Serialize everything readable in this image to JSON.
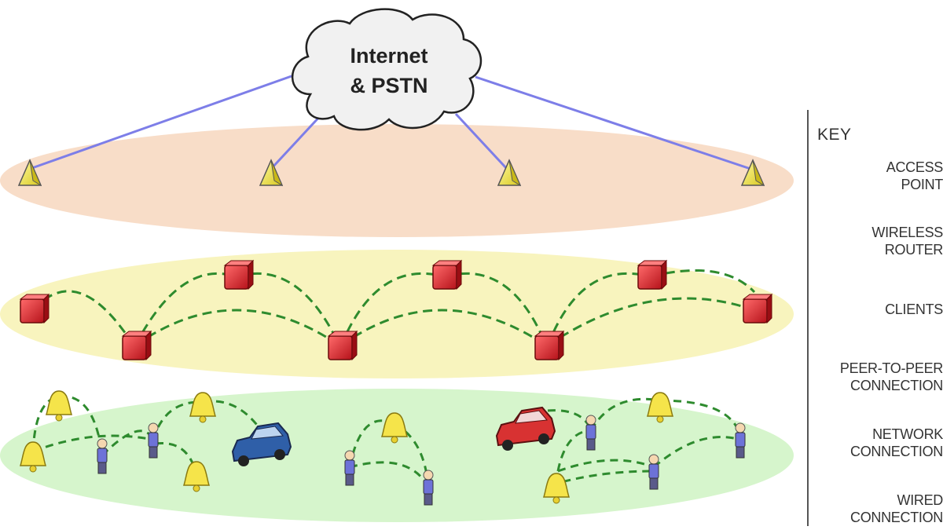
{
  "cloud": {
    "line1": "Internet",
    "line2": "& PSTN"
  },
  "key": {
    "title": "KEY",
    "items": [
      {
        "line1": "ACCESS",
        "line2": "POINT"
      },
      {
        "line1": "WIRELESS",
        "line2": "ROUTER"
      },
      {
        "line1": "CLIENTS",
        "line2": ""
      },
      {
        "line1": "PEER-TO-PEER",
        "line2": "CONNECTION"
      },
      {
        "line1": "NETWORK",
        "line2": "CONNECTION"
      },
      {
        "line1": "WIRED",
        "line2": "CONNECTION"
      }
    ]
  },
  "colors": {
    "access_layer": "#f8ddc8",
    "router_layer": "#f8f4be",
    "client_layer": "#d6f5cc",
    "wired_line": "#7d7ee8",
    "wireless_link": "#2e8b2e",
    "router_red": "#e0242a",
    "access_point_yellow": "#f2ea3c",
    "car_blue": "#2f5fa8",
    "car_red": "#d83232"
  }
}
